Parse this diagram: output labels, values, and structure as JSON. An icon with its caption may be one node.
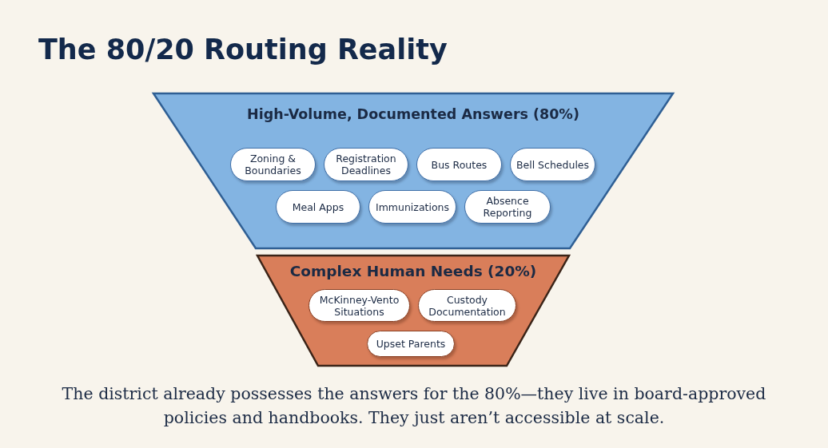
{
  "diagram": {
    "title": "The 80/20 Routing Reality",
    "caption": "The district already possesses the answers for the 80%—they live in board-approved policies and handbooks. They just aren’t accessible at scale.",
    "nodes": [
      {
        "text": [
          "High-Volume, Documented Answers (80%)"
        ]
      },
      {
        "text": [
          "Zoning & Boundaries"
        ],
        "in": 0
      },
      {
        "text": [
          "Registration Deadlines"
        ],
        "in": 0
      },
      {
        "text": [
          "Bus Routes"
        ],
        "in": 0
      },
      {
        "text": [
          "Bell Schedules"
        ],
        "in": 0
      },
      {
        "text": [
          "Meal Apps"
        ],
        "in": 0
      },
      {
        "text": [
          "Immunizations"
        ],
        "in": 0
      },
      {
        "text": [
          "Absence Reporting"
        ],
        "in": 0
      },
      {
        "text": [
          "Complex Human Needs (20%)"
        ]
      },
      {
        "text": [
          "McKinney-Vento Situations"
        ],
        "in": 8
      },
      {
        "text": [
          "Custody Documentation"
        ],
        "in": 8
      },
      {
        "text": [
          "Upset Parents"
        ],
        "in": 8
      }
    ]
  }
}
